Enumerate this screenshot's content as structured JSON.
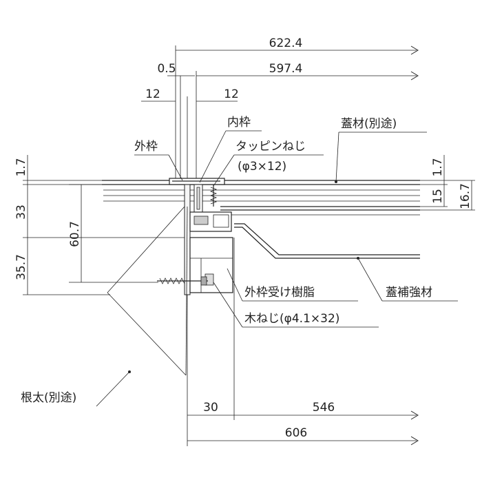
{
  "dimensions": {
    "top_overall": "622.4",
    "top_inner": "597.4",
    "gap": "0.5",
    "left_12": "12",
    "right_12": "12",
    "left_1_7": "1.7",
    "left_33": "33",
    "left_60_7": "60.7",
    "left_35_7": "35.7",
    "right_1_7": "1.7",
    "right_15": "15",
    "right_16_7": "16.7",
    "bottom_30": "30",
    "bottom_546": "546",
    "bottom_606": "606"
  },
  "labels": {
    "outer_frame": "外枠",
    "inner_frame": "内枠",
    "tapping_screw": "タッピンねじ",
    "tapping_screw_spec": "(φ3×12)",
    "lid": "蓋材(別途)",
    "outer_frame_resin": "外枠受け樹脂",
    "wood_screw": "木ねじ(φ4.1×32)",
    "lid_reinforcement": "蓋補強材",
    "joist": "根太(別途)"
  }
}
